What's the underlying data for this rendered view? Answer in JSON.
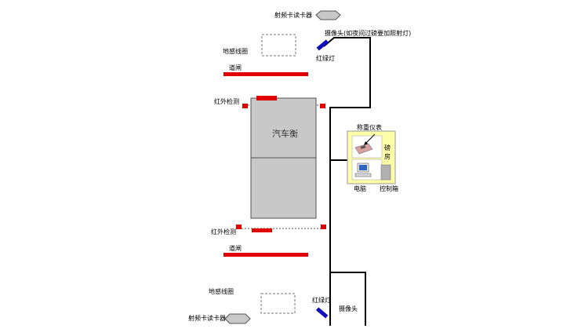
{
  "labels": {
    "rfid_reader_top": "射频卡读卡器",
    "camera_top": "摄像头(如夜间过磅要加照射灯)",
    "traffic_light_top": "红绿灯",
    "ground_coil_top": "地感线圈",
    "barrier_top": "道闸",
    "infrared_top": "红外检测",
    "truck_scale": "汽车衡",
    "weighing_instrument": "称重仪表",
    "weighing_room": "磅房",
    "computer": "电脑",
    "control_box": "控制箱",
    "infrared_bottom": "红外检测",
    "barrier_bottom": "道闸",
    "ground_coil_bottom": "地感线圈",
    "traffic_light_bottom": "红绿灯",
    "camera_bottom": "摄像头",
    "rfid_reader_bottom": "射频卡读卡器"
  },
  "colors": {
    "barrier": "#e00000",
    "scale_fill": "#c8c8c8",
    "room_fill": "#ffffaa",
    "camera": "#1010c0",
    "reader_fill": "#c8c8c8",
    "wire": "#000000"
  }
}
